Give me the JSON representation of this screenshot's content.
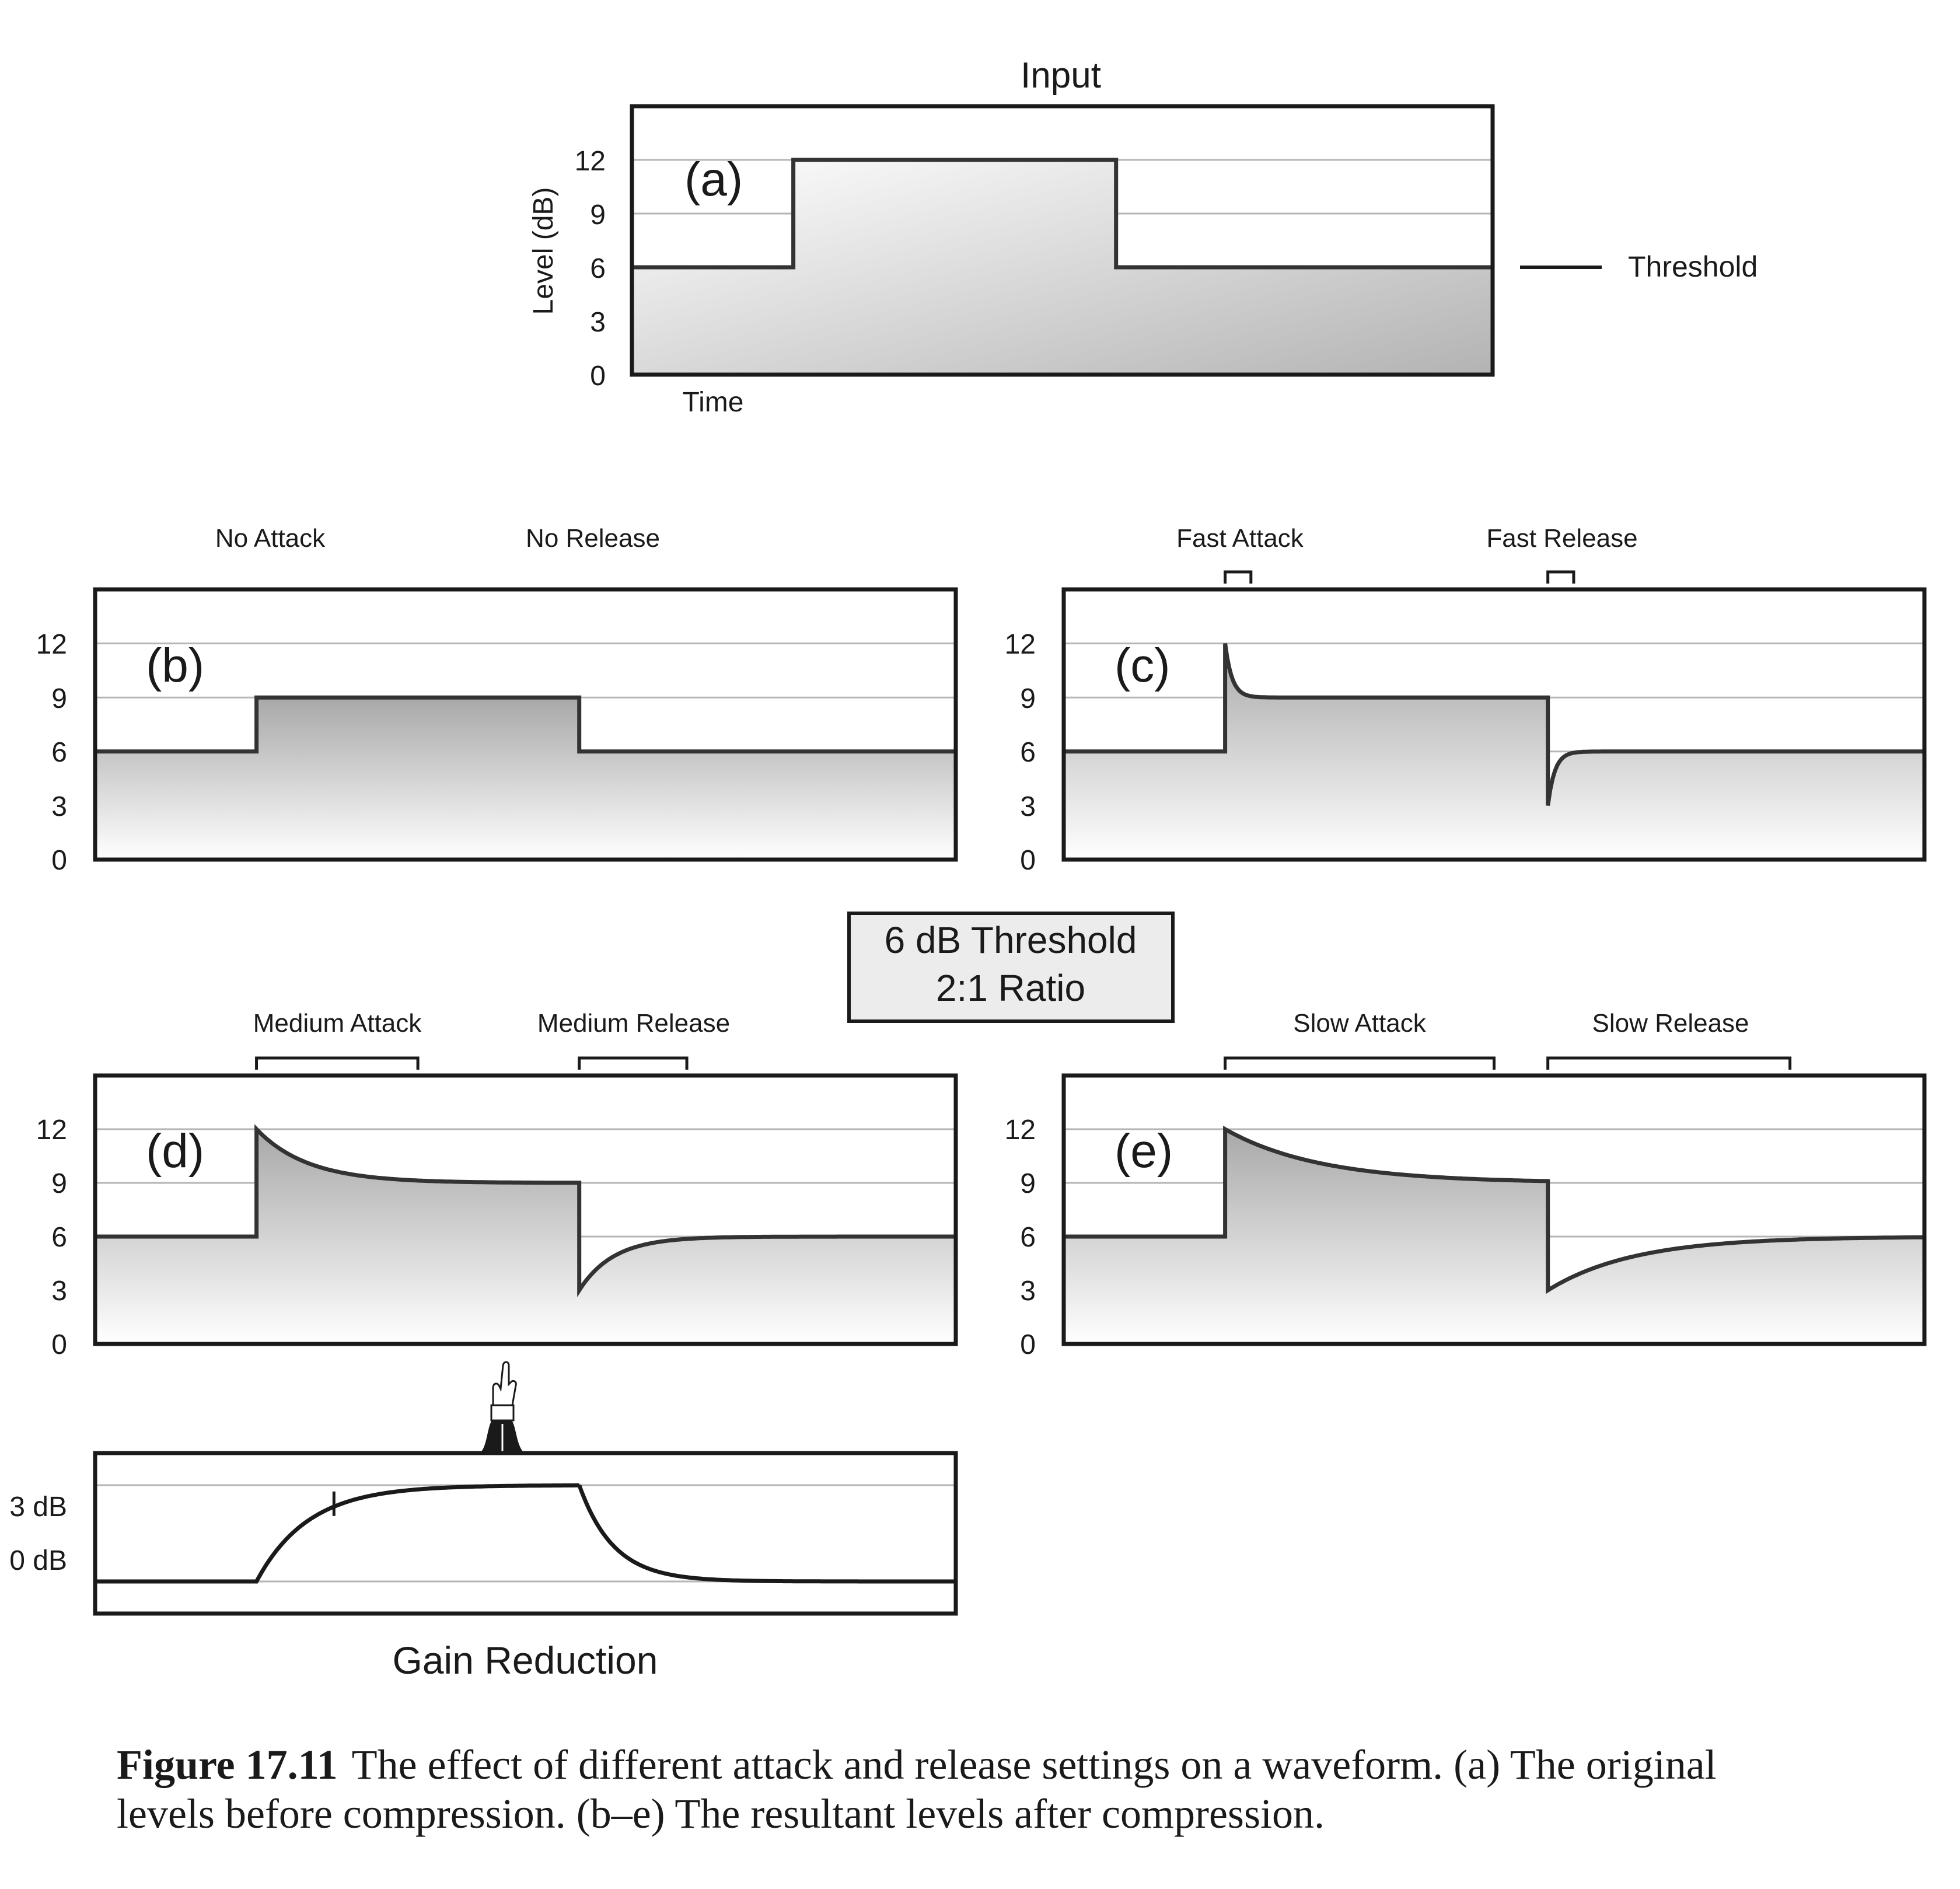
{
  "figure": {
    "caption": {
      "label": "Figure 17.11",
      "line1": "The effect of different attack and release settings on a waveform. (a) The original",
      "line2": "levels before compression. (b–e) The resultant levels after compression."
    },
    "settings_box": {
      "line1": "6 dB Threshold",
      "line2": "2:1 Ratio"
    },
    "legend": {
      "threshold": "Threshold"
    },
    "y_axis_label": "Level (dB)",
    "x_axis_label": "Time",
    "y_ticks": [
      "0",
      "3",
      "6",
      "9",
      "12"
    ],
    "panels": [
      {
        "id": "a",
        "label": "(a)",
        "title": "Input",
        "attack_label": "",
        "release_label": ""
      },
      {
        "id": "b",
        "label": "(b)",
        "attack_label": "No Attack",
        "release_label": "No Release"
      },
      {
        "id": "c",
        "label": "(c)",
        "attack_label": "Fast Attack",
        "release_label": "Fast Release"
      },
      {
        "id": "d",
        "label": "(d)",
        "attack_label": "Medium Attack",
        "release_label": "Medium Release"
      },
      {
        "id": "e",
        "label": "(e)",
        "attack_label": "Slow Attack",
        "release_label": "Slow Release"
      }
    ],
    "gain_reduction": {
      "title": "Gain Reduction",
      "ticks": [
        "0 dB",
        "3 dB"
      ]
    }
  },
  "chart_data": [
    {
      "type": "line",
      "id": "a",
      "title": "Input",
      "ylabel": "Level (dB)",
      "xlabel": "Time",
      "ylim": [
        0,
        15
      ],
      "yticks": [
        0,
        3,
        6,
        9,
        12
      ],
      "threshold": 6,
      "envelope": {
        "base": 6,
        "peak": 12,
        "onset": 0.1875,
        "offset": 0.5625,
        "attack_tau": 0,
        "release_tau": 0
      }
    },
    {
      "type": "line",
      "id": "b",
      "ylim": [
        0,
        15
      ],
      "yticks": [
        0,
        3,
        6,
        9,
        12
      ],
      "envelope": {
        "base": 6,
        "steady": 9,
        "peak": 9,
        "dip": 6,
        "onset": 0.1875,
        "offset": 0.5625,
        "attack_tau": 0,
        "release_tau": 0
      }
    },
    {
      "type": "line",
      "id": "c",
      "ylim": [
        0,
        15
      ],
      "yticks": [
        0,
        3,
        6,
        9,
        12
      ],
      "envelope": {
        "base": 6,
        "steady": 9,
        "peak": 12,
        "dip": 3,
        "onset": 0.1875,
        "offset": 0.5625,
        "attack_tau": 0.008,
        "release_tau": 0.008
      },
      "attack_bracket": [
        0.1875,
        0.2175
      ],
      "release_bracket": [
        0.5625,
        0.5925
      ]
    },
    {
      "type": "line",
      "id": "d",
      "ylim": [
        0,
        15
      ],
      "yticks": [
        0,
        3,
        6,
        9,
        12
      ],
      "envelope": {
        "base": 6,
        "steady": 9,
        "peak": 12,
        "dip": 3,
        "onset": 0.1875,
        "offset": 0.5625,
        "attack_tau": 0.06,
        "release_tau": 0.04
      },
      "attack_bracket": [
        0.1875,
        0.375
      ],
      "release_bracket": [
        0.5625,
        0.6875
      ]
    },
    {
      "type": "line",
      "id": "e",
      "ylim": [
        0,
        15
      ],
      "yticks": [
        0,
        3,
        6,
        9,
        12
      ],
      "envelope": {
        "base": 6,
        "steady": 9,
        "peak": 12,
        "dip": 3,
        "onset": 0.1875,
        "offset": 0.5625,
        "attack_tau": 0.11,
        "release_tau": 0.1
      },
      "attack_bracket": [
        0.1875,
        0.5
      ],
      "release_bracket": [
        0.5625,
        0.8438
      ]
    },
    {
      "type": "line",
      "id": "gain-reduction",
      "title": "Gain Reduction",
      "ylim": [
        -1,
        4
      ],
      "yticks": [
        0,
        3
      ],
      "envelope": {
        "base": 0,
        "steady": 3,
        "onset": 0.1875,
        "offset": 0.5625,
        "attack_tau": 0.06,
        "release_tau": 0.04
      }
    }
  ]
}
